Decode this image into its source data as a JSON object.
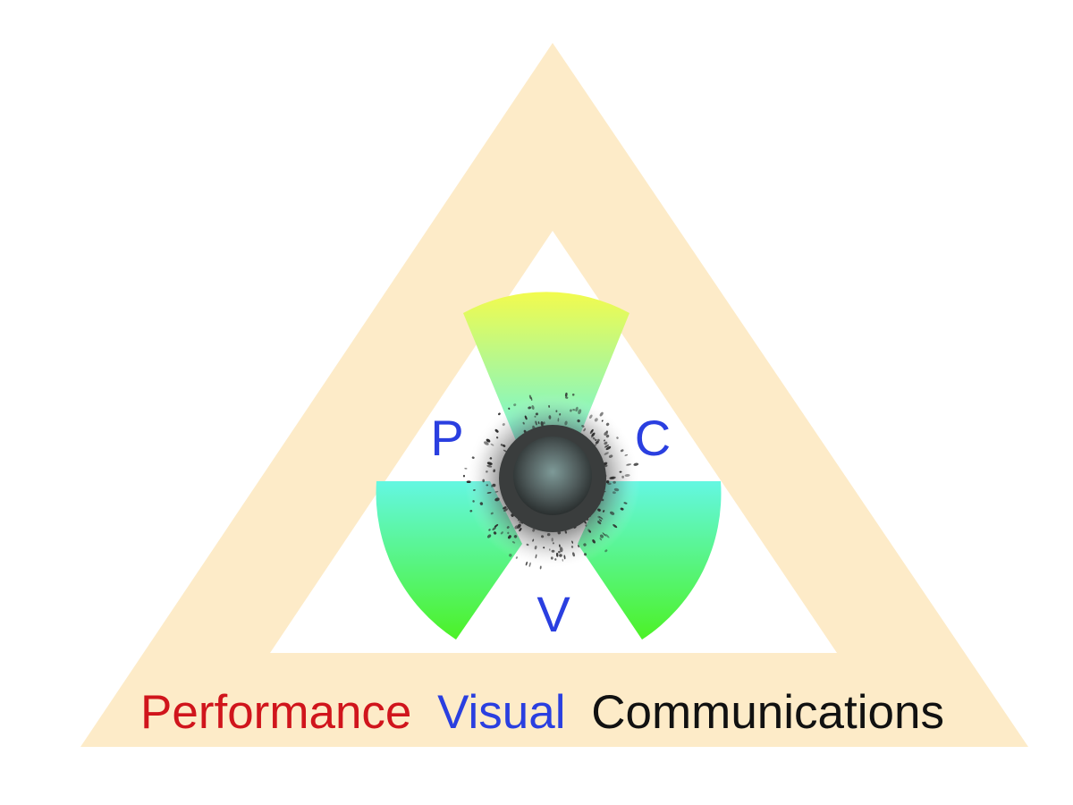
{
  "logo": {
    "letters": {
      "left": "P",
      "right": "C",
      "bottom": "V"
    },
    "tagline": {
      "word1": "Performance",
      "word2": "Visual",
      "word3": "Communications"
    },
    "colors": {
      "triangle_frame": "#fdebc8",
      "background": "#ffffff",
      "letters": "#2a3fe0",
      "word1": "#d0151c",
      "word2": "#2a3fe0",
      "word3": "#111111",
      "blade_top_start": "#f2fb4e",
      "blade_top_end": "#6ff5d8",
      "blade_bottom_start": "#64f7e2",
      "blade_bottom_end": "#4cf226",
      "core_center": "#7e9a98",
      "core_edge": "#2a2f2f"
    }
  }
}
